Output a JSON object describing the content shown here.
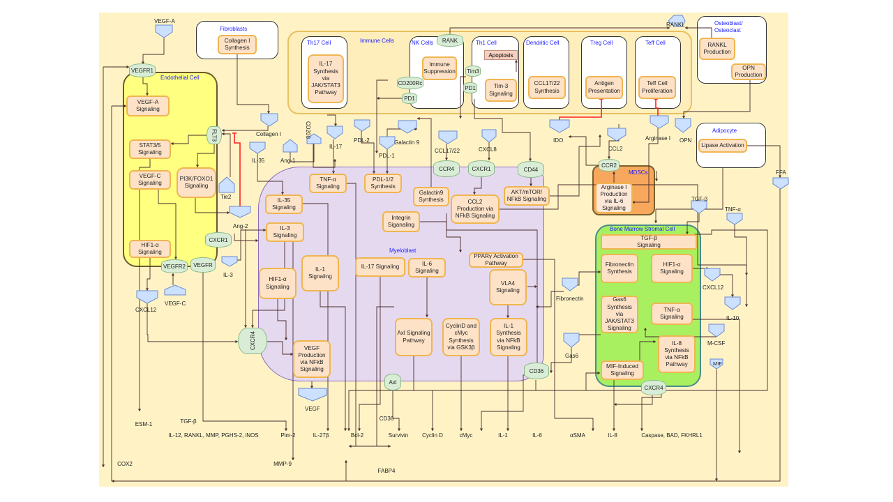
{
  "compartments": {
    "endothelial": "Endothelial Cell",
    "fibroblasts": "Fibroblasts",
    "immune": "Immune Cells",
    "th17": "Th17 Cell",
    "nk": "NK Cells",
    "th1": "Th1 Cell",
    "dendritic": "Dendritic Cell",
    "treg": "Treg Cell",
    "teff": "Teff Cell",
    "osteo": "Osteoblast/\nOsteoclast",
    "adipocyte": "Adipocyte",
    "mdsc": "MDSCs",
    "myeloblast": "Myeloblast",
    "bmsc": "Bone Marrow Stromal Cell"
  },
  "processes": {
    "vegfa_sig": "VEGF-A\nSignaling",
    "stat35": "STAT3/5\nSignaling",
    "vegfc_sig": "VEGF-C\nSignaling",
    "pi3k": "PI3K/FOXO1\nSignaling",
    "hif1a_endo": "HIF1-α\nSignaling",
    "collagen": "Collagen I\nSynthesis",
    "il17_syn": "IL-17\nSynthesis\nvia\nJAK/STAT3\nPathway",
    "immune_supp": "Immune\nSuppression",
    "apoptosis": "Apoptosis",
    "tim3_sig": "Tim-3\nSignaling",
    "ccl1722_syn": "CCL17/22\nSynthesis",
    "antigen": "Antigen\nPresentation",
    "teff_prolif": "Teff Cell\nProliferation",
    "rankl_prod": "RANKL\nProduction",
    "opn_prod": "OPN\nProduction",
    "lipase": "Lipase Activation",
    "arginase_prod": "Arginase I\nProduction\nvia IL-6\nSignaling",
    "tnfa_sig": "TNF-α\nSignaling",
    "pdl_syn": "PDL-1/2\nSynthesis",
    "galectin_syn": "Galactin9\nSynthesis",
    "ccl2_prod": "CCL2\nProduction via\nNFkB Signaling",
    "akt": "AKT/mTOR/\nNFkB Signaling",
    "il35_sig": "IL-35\nSignaling",
    "integrin": "Integrin\nSiganaling",
    "il3_sig": "IL-3\nSignaling",
    "il1_sig": "IL-1\nSignaling",
    "il17_sig": "IL-17 Signaling",
    "il6_sig": "IL-6\nSignaling",
    "ppar": "PPARγ Activation\nPathway",
    "vla4": "VLA4\nSignaling",
    "hif1a_my": "HIF1-α\nSignaling",
    "axl_sig": "Axl Signaling\nPathway",
    "cyclind": "CyclinD and\ncMyc\nSynthesis\nvia GSK3β",
    "il1_syn": "IL-1\nSynthesis\nvia NFkB\nSignaling",
    "vegf_prod": "VEGF\nProduction\nvia NFkB\nSignaling",
    "tgfb_sig": "TGF-β\nSignaling",
    "fibronectin_syn": "Fibronectin\nSynthesis",
    "hif1a_bm": "HIF1-α\nSignaling",
    "gas6_syn": "Gas6\nSynthesis\nvia\nJAK/STAT3\nSignaling",
    "tnfa_bm": "TNF-α\nSignaling",
    "il8_syn": "IL-8\nSynthesis\nvia NFkB\nPathway",
    "mif_sig": "MIF-Induced\nSignaling"
  },
  "receptors": {
    "vegfr1": "VEGFR1",
    "flt3": "FLT3",
    "cxcr1_endo": "CXCR1",
    "vegfr2": "VEGFR2",
    "vegfr": "VEGFR",
    "rank": "RANK",
    "cd200rc": "CD200Rc",
    "pd1_nk": "PD1",
    "tim3": "Tim3",
    "pd1_th1": "PD1",
    "ccr4": "CCR4",
    "cxcr1": "CXCR1",
    "cd44": "CD44",
    "ccr2": "CCR2",
    "cxcr4_my": "CXCR4",
    "axl": "Axl",
    "cd36": "CD36",
    "cxcr4_bm": "CXCR4"
  },
  "ligands": {
    "vegfa": "VEGF-A",
    "collagen": "Collagen I",
    "il35": "IL-35",
    "ang1": "Ang-1",
    "cd200": "CD200",
    "il17": "IL-17",
    "pdl2": "PDL-2",
    "pdl1": "PDL-1",
    "galectin9": "Galactin 9",
    "ccl1722": "CCL17/22",
    "cxcl8": "CXCL8",
    "ido": "IDO",
    "ccl2": "CCL2",
    "arginase": "Arginase I",
    "opn": "OPN",
    "rankl": "RANKL",
    "ffa": "FFA",
    "tie2": "Tie2",
    "ang2": "Ang-2",
    "il3": "IL-3",
    "cxcl12_left": "CXCL12",
    "vegfc": "VEGF-C",
    "vegf": "VEGF",
    "tgfb": "TGF-β",
    "tnfa": "TNF-α",
    "fibronectin": "Fibronectin",
    "cxcl12_right": "CXCL12",
    "il10": "IL-10",
    "gas6": "Gas6",
    "mcsf": "M-CSF",
    "mif": "MIF"
  },
  "outputs": {
    "esm1": "ESM-1",
    "tgfb": "TGF-β",
    "il12": "IL-12, RANKL, MMP, PGHS-2, iNOS",
    "pim2": "Pim-2",
    "il27b": "IL-27β",
    "bcl2": "Bcl-2",
    "cd36": "CD36",
    "survivin": "Survivin",
    "cyclind": "Cyclin D",
    "cmyc": "cMyc",
    "il1": "IL-1",
    "il6": "IL-6",
    "asma": "αSMA",
    "il8": "IL-8",
    "caspase": "Caspase, BAD, FKHRL1",
    "cox2": "COX2",
    "mmp9": "MMP-9",
    "fabp4": "FABP4"
  },
  "colors": {
    "background": "#fff3c6",
    "endothelial": "#ffff80",
    "myeloblast": "#e5d9ef",
    "bmsc": "#a8f060",
    "mdsc": "#f7a85c",
    "process_fill": "#fde2c8",
    "process_border": "#f0b550",
    "receptor": "#d9edd6",
    "ligand": "#cce0ff",
    "output": "#dcd0f0",
    "edge": "#4a2a2a",
    "inhibition": "#ff2020",
    "title_text": "#1a1aff"
  }
}
